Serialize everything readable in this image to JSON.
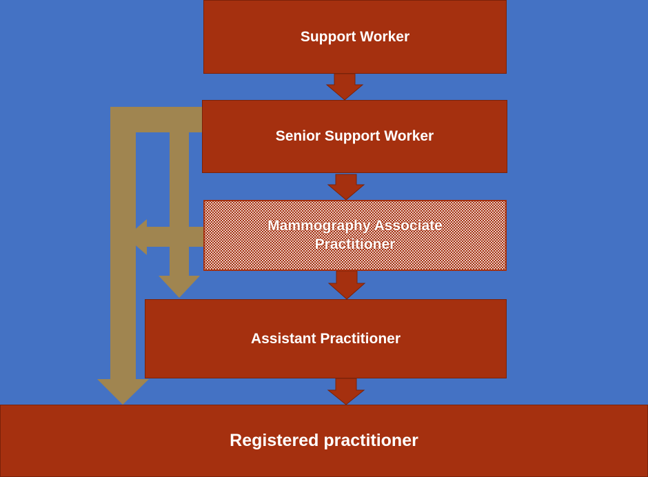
{
  "diagram": {
    "nodes": {
      "support_worker": "Support Worker",
      "senior_support_worker": "Senior Support Worker",
      "mammography_line1": "Mammography Associate",
      "mammography_line2": "Practitioner",
      "assistant_practitioner": "Assistant Practitioner",
      "registered_practitioner": "Registered practitioner"
    },
    "colors": {
      "background": "#4472C4",
      "box_fill": "#A5300F",
      "progression_arrow": "#A5300F",
      "bypass_arrow": "#A08550"
    }
  }
}
